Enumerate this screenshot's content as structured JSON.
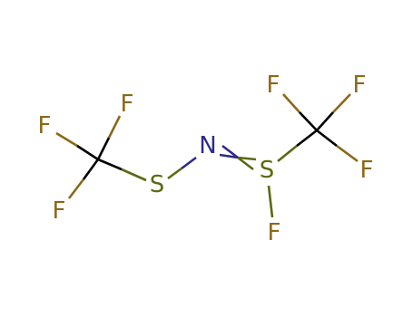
{
  "colors": {
    "carbon_bond": "#000000",
    "fluorine": "#8a6818",
    "sulfur": "#5a6a10",
    "nitrogen": "#2e2a8c",
    "background": "#ffffff"
  },
  "atoms": {
    "F1": "F",
    "F2": "F",
    "F3": "F",
    "S1": "S",
    "N1": "N",
    "S2": "S",
    "F4": "F",
    "F5": "F",
    "F6": "F",
    "F7": "F"
  }
}
